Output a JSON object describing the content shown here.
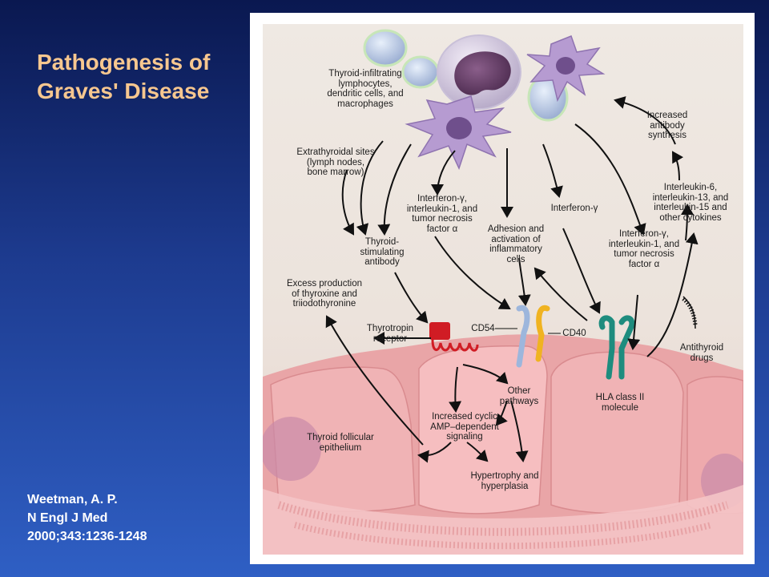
{
  "slide": {
    "title_lines": [
      "Pathogenesis of",
      "Graves' Disease"
    ],
    "citation_lines": [
      "Weetman, A. P.",
      "N Engl J Med",
      "2000;343:1236-1248"
    ]
  },
  "figure": {
    "labels": {
      "infiltrating_cells": [
        "Thyroid-infiltrating",
        "lymphocytes,",
        "dendritic cells, and",
        "macrophages"
      ],
      "extrathyroidal_sites": [
        "Extrathyroidal sites",
        "(lymph nodes,",
        "bone marrow)"
      ],
      "increased_antibody": [
        "Increased",
        "antibody",
        "synthesis"
      ],
      "interferon_il1_tnf_left": [
        "Interferon-γ,",
        "interleukin-1, and",
        "tumor necrosis",
        "factor α"
      ],
      "interferon_gamma": [
        "Interferon-γ"
      ],
      "interleukin_cytokines": [
        "Interleukin-6,",
        "interleukin-13, and",
        "interleukin-15 and",
        "other cytokines"
      ],
      "adhesion_activation": [
        "Adhesion and",
        "activation of",
        "inflammatory",
        "cells"
      ],
      "thyroid_stimulating_antibody": [
        "Thyroid-",
        "stimulating",
        "antibody"
      ],
      "interferon_il1_tnf_right": [
        "Interferon-γ,",
        "interleukin-1, and",
        "tumor necrosis",
        "factor α"
      ],
      "excess_production": [
        "Excess production",
        "of thyroxine and",
        "triiodothyronine"
      ],
      "thyrotropin_receptor": [
        "Thyrotropin",
        "receptor"
      ],
      "cd54": [
        "CD54"
      ],
      "cd40": [
        "CD40"
      ],
      "antithyroid_drugs": [
        "Antithyroid",
        "drugs"
      ],
      "other_pathways": [
        "Other",
        "pathways"
      ],
      "hla_class_ii": [
        "HLA class II",
        "molecule"
      ],
      "increased_camp": [
        "Increased cyclic",
        "AMP–dependent",
        "signaling"
      ],
      "thyroid_follicular": [
        "Thyroid follicular",
        "epithelium"
      ],
      "hypertrophy": [
        "Hypertrophy and",
        "hyperplasia"
      ]
    }
  }
}
